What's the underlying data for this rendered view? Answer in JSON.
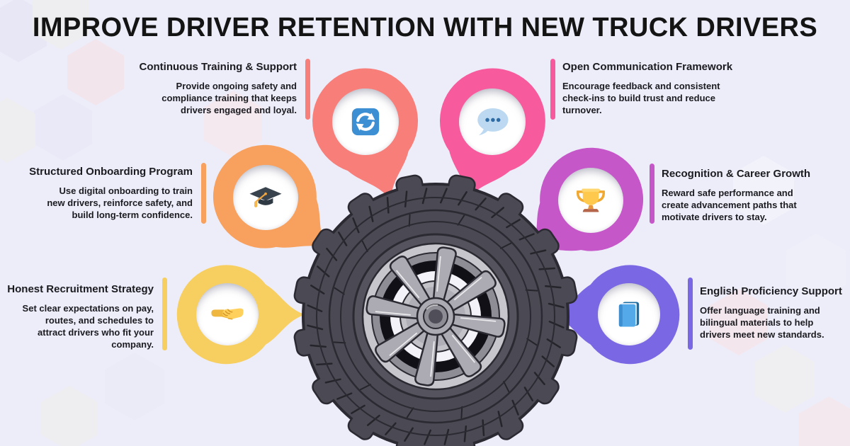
{
  "title": "IMPROVE DRIVER RETENTION WITH NEW TRUCK DRIVERS",
  "palette": {
    "background": "#EDEDFA",
    "title_color": "#141414",
    "text_color": "#1B1B20",
    "tire_body": "#4B4953",
    "tire_outline": "#2B2931"
  },
  "center_illustration": "truck-tire",
  "items": [
    {
      "id": "continuous-training",
      "heading": "Continuous Training & Support",
      "body": "Provide ongoing safety and\ncompliance training that keeps\ndrivers engaged and loyal.",
      "color": "#F87E79",
      "icon": "sync-icon"
    },
    {
      "id": "open-communication",
      "heading": "Open Communication Framework",
      "body": "Encourage feedback and consistent\ncheck-ins to build trust and reduce\nturnover.",
      "color": "#F75B9D",
      "icon": "chat-bubble-icon"
    },
    {
      "id": "structured-onboarding",
      "heading": "Structured Onboarding Program",
      "body": "Use digital onboarding to train\nnew drivers, reinforce safety, and\nbuild long-term confidence.",
      "color": "#F8A05E",
      "icon": "graduation-cap-icon"
    },
    {
      "id": "recognition-career-growth",
      "heading": "Recognition & Career Growth",
      "body": "Reward safe performance and\ncreate advancement paths that\nmotivate drivers to stay.",
      "color": "#C657C9",
      "icon": "trophy-icon"
    },
    {
      "id": "honest-recruitment",
      "heading": "Honest Recruitment Strategy",
      "body": "Set clear expectations on pay,\nroutes, and schedules to\nattract drivers who fit your\ncompany.",
      "color": "#F7CE60",
      "icon": "handshake-icon"
    },
    {
      "id": "english-proficiency",
      "heading": "English Proficiency Support",
      "body": "Offer language training and\nbilingual materials to help\ndrivers meet new standards.",
      "color": "#7A67E4",
      "icon": "book-icon"
    }
  ]
}
